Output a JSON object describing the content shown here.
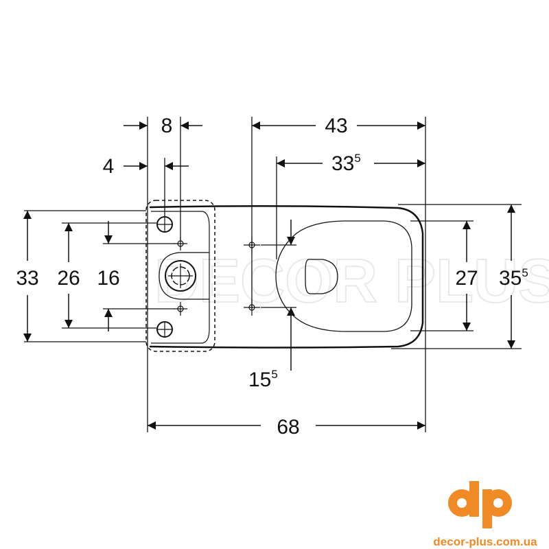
{
  "drawing": {
    "dimensions": {
      "d8": "8",
      "d4": "4",
      "d43": "43",
      "d33_5": {
        "main": "33",
        "sup": "5"
      },
      "d33": "33",
      "d26": "26",
      "d16": "16",
      "d27": "27",
      "d35_5": {
        "main": "35",
        "sup": "5"
      },
      "d15_5": {
        "main": "15",
        "sup": "5"
      },
      "d68": "68"
    },
    "watermark": "DECOR PLUS"
  },
  "logo": {
    "mark": "dp",
    "site": "decor-plus.com.ua",
    "color": "#F08A24"
  }
}
